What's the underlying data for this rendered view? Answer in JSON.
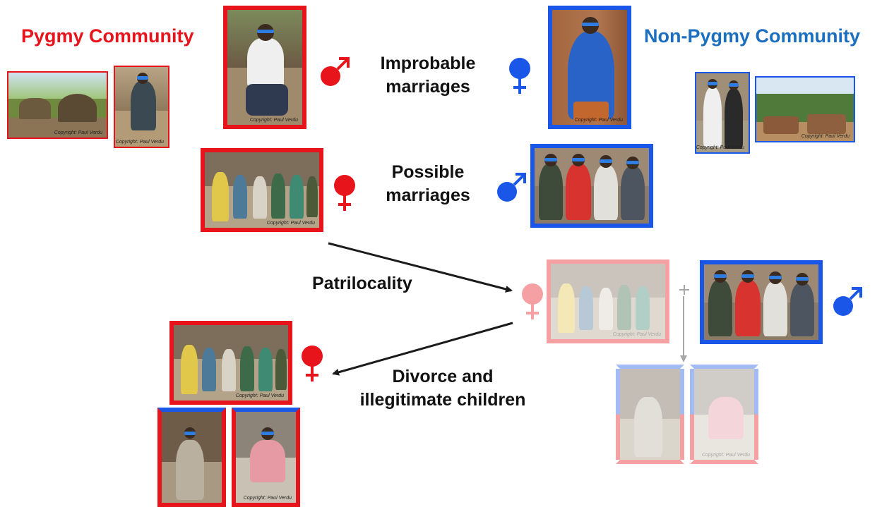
{
  "colors": {
    "pygmy": "#e8141b",
    "non_pygmy": "#1a57e8",
    "non_pygmy_text": "#1c6fbf",
    "arrow": "#1b1b1b"
  },
  "communities": {
    "pygmy": "Pygmy Community",
    "non_pygmy": "Non-Pygmy Community"
  },
  "rows": {
    "improbable": {
      "line1": "Improbable",
      "line2": "marriages",
      "left_symbol": "male-symbol",
      "right_symbol": "female-symbol"
    },
    "possible": {
      "line1": "Possible",
      "line2": "marriages",
      "left_symbol": "female-symbol",
      "right_symbol": "male-symbol"
    }
  },
  "flow": {
    "patrilocality": "Patrilocality",
    "divorce_line1": "Divorce and",
    "divorce_line2": "illegitimate children"
  },
  "photo_credit": "Copyright: Paul Verdu"
}
